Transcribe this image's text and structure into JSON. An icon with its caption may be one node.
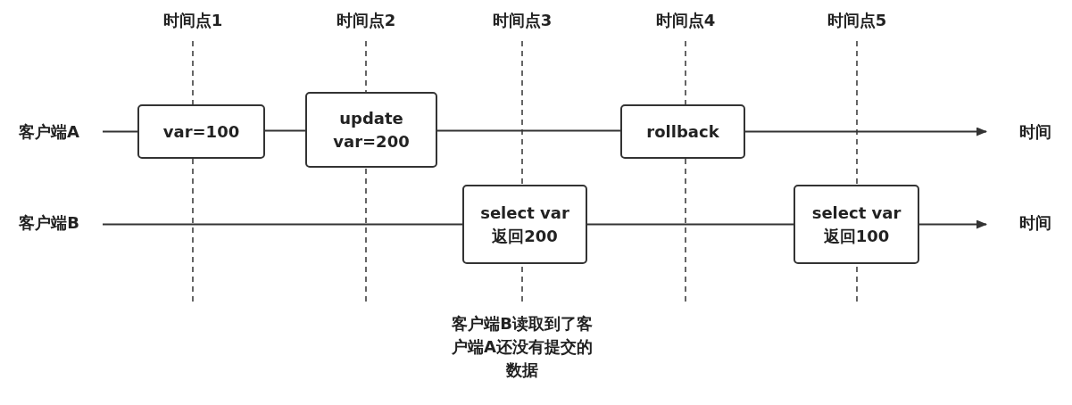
{
  "diagram": {
    "nodes": [
      {
        "text": [
          "客户端A"
        ]
      },
      {
        "text": [
          "var=100"
        ]
      },
      {
        "text": [
          "update var=200"
        ]
      },
      {
        "text": [
          "rollback"
        ]
      },
      {
        "text": [
          "时间"
        ]
      },
      {
        "text": [
          "客户端B"
        ]
      },
      {
        "text": [
          "select var 返回200"
        ]
      },
      {
        "text": [
          "select var 返回100"
        ]
      },
      {
        "text": [
          "时间"
        ]
      }
    ],
    "edges": [
      {
        "from": 0,
        "to": 1,
        "arrow": "none"
      },
      {
        "from": 1,
        "to": 2,
        "arrow": "none"
      },
      {
        "from": 2,
        "to": 3,
        "arrow": "none"
      },
      {
        "from": 3,
        "to": 4,
        "arrow": "to"
      },
      {
        "from": 5,
        "to": 6,
        "arrow": "none"
      },
      {
        "from": 6,
        "to": 7,
        "arrow": "none"
      },
      {
        "from": 7,
        "to": 8,
        "arrow": "to"
      }
    ],
    "labels": [
      "时间点1",
      "时间点2",
      "时间点3",
      "时间点4",
      "时间点5",
      "客户端B读取到了客户端A还没有提交的数据"
    ]
  }
}
